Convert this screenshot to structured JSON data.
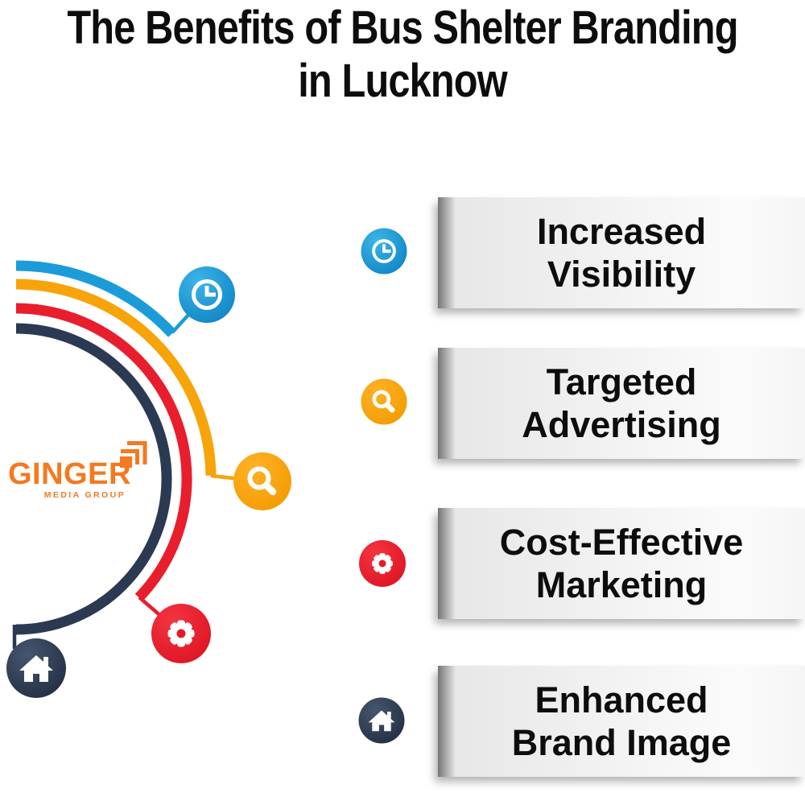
{
  "title": {
    "line1": "The Benefits of Bus Shelter Branding",
    "line2": "in Lucknow"
  },
  "logo": {
    "name": "GINGER",
    "tagline": "MEDIA GROUP",
    "color": "#f4791f"
  },
  "benefits": [
    {
      "line1": "Increased",
      "line2": "Visibility",
      "icon": "clock-icon",
      "color": "#1b9cd8"
    },
    {
      "line1": "Targeted",
      "line2": "Advertising",
      "icon": "magnifier-icon",
      "color": "#f7a30a"
    },
    {
      "line1": "Cost-Effective",
      "line2": "Marketing",
      "icon": "gear-icon",
      "color": "#e81e2c"
    },
    {
      "line1": "Enhanced",
      "line2": "Brand Image",
      "icon": "home-icon",
      "color": "#2b3a52"
    }
  ],
  "colors": {
    "arc_blue": "#1b9cd8",
    "arc_orange": "#f7a30a",
    "arc_red": "#e81e2c",
    "arc_navy": "#2b3a52",
    "logo_orange": "#f4791f",
    "banner_background": "#ededed",
    "text": "#0d0d0d",
    "page_background": "#ffffff"
  }
}
